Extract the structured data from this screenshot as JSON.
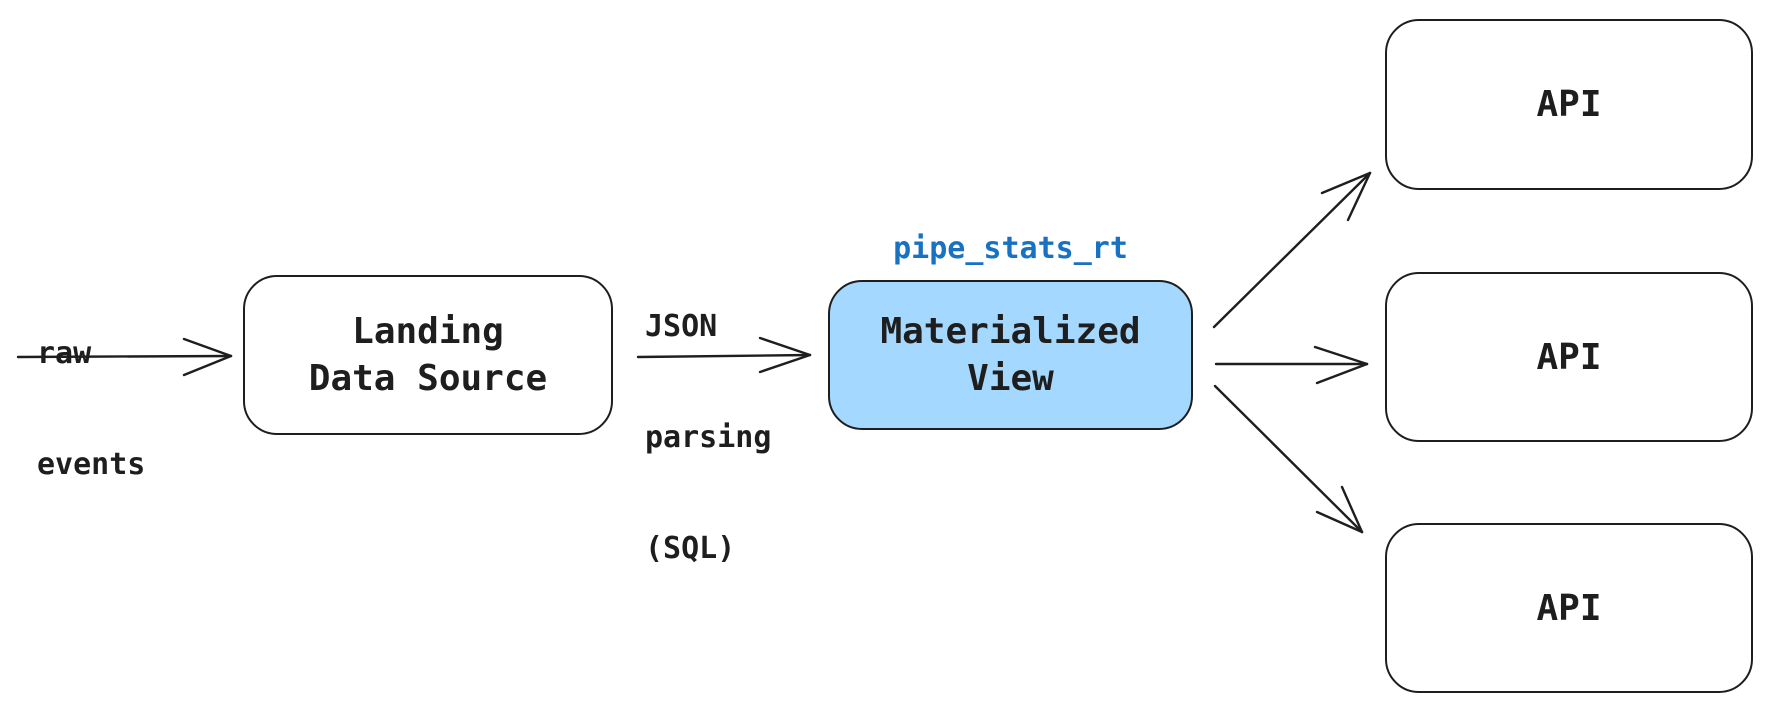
{
  "diagram": {
    "colors": {
      "background": "#ffffff",
      "stroke": "#1e1e1e",
      "highlight_fill": "#a5d8ff",
      "annotation_blue": "#1971c2"
    },
    "nodes": {
      "landing": {
        "line1": "Landing",
        "line2": "Data Source"
      },
      "materialized_view": {
        "line1": "Materialized",
        "line2": "View",
        "annotation": "pipe_stats_rt"
      },
      "api_top": {
        "label": "API"
      },
      "api_middle": {
        "label": "API"
      },
      "api_bottom": {
        "label": "API"
      }
    },
    "edge_labels": {
      "raw_events": {
        "line1": "raw",
        "line2": "events"
      },
      "json_parsing": {
        "line1": "JSON",
        "line2": "parsing",
        "line3": "(SQL)"
      }
    }
  }
}
